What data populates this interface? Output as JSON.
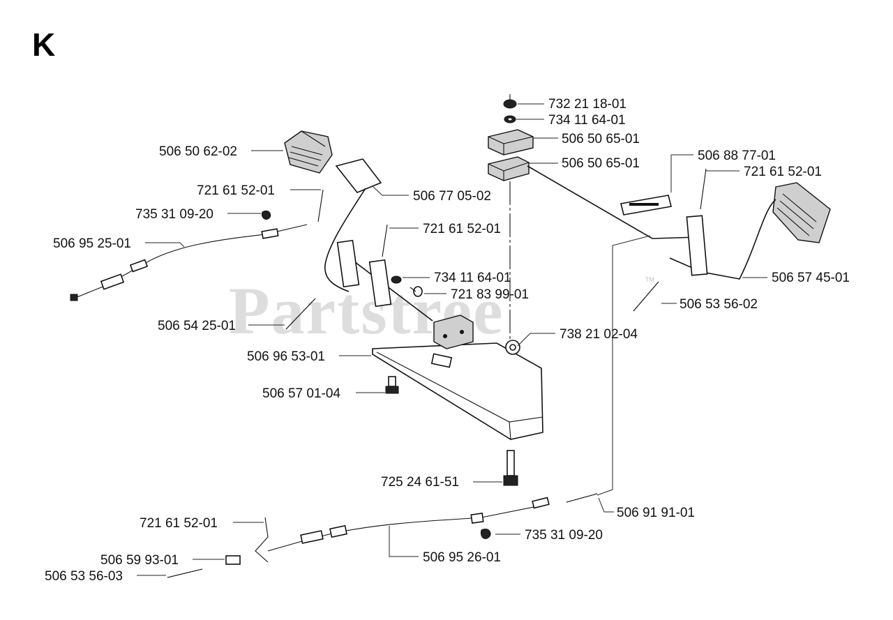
{
  "section_letter": "K",
  "watermark": "Partstree",
  "watermark_tm": "TM",
  "labels": {
    "p732_21_18_01": "732 21 18-01",
    "p734_11_64_01_top": "734 11 64-01",
    "p506_50_65_01_a": "506 50 65-01",
    "p506_50_65_01_b": "506 50 65-01",
    "p506_88_77_01": "506 88 77-01",
    "p721_61_52_01_right": "721 61 52-01",
    "p506_50_62_02": "506 50 62-02",
    "p721_61_52_01_left": "721 61 52-01",
    "p735_31_09_20_top": "735 31 09-20",
    "p506_77_05_02": "506 77 05-02",
    "p506_95_25_01": "506 95 25-01",
    "p721_61_52_01_mid": "721 61 52-01",
    "p734_11_64_01_mid": "734 11 64-01",
    "p721_83_99_01": "721 83 99-01",
    "p506_57_45_01": "506 57 45-01",
    "p506_53_56_02": "506 53 56-02",
    "p506_54_25_01": "506 54 25-01",
    "p738_21_02_04": "738 21 02-04",
    "p506_96_53_01": "506 96 53-01",
    "p506_57_01_04": "506 57 01-04",
    "p725_24_61_51": "725 24 61-51",
    "p506_91_91_01": "506 91 91-01",
    "p721_61_52_01_bottom": "721 61 52-01",
    "p735_31_09_20_bottom": "735 31 09-20",
    "p506_95_26_01": "506 95 26-01",
    "p506_59_93_01": "506 59 93-01",
    "p506_53_56_03": "506 53 56-03"
  }
}
